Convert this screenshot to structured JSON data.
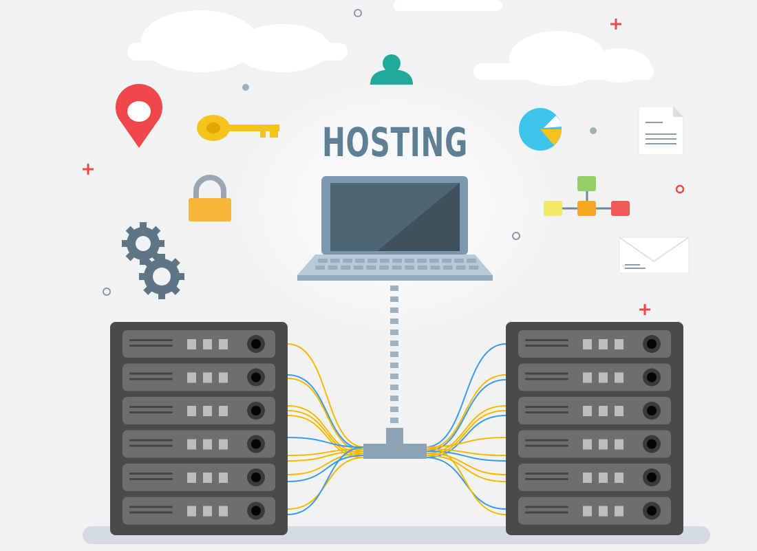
{
  "title": "HOSTING",
  "colors": {
    "background": "#f1f2f4",
    "title": "#5f7f95",
    "rack": "#4a4a4c",
    "server_unit": "#6e6e70",
    "cable_yellow": "#f6b800",
    "cable_blue": "#3a9be6",
    "hub": "#8ea3b4",
    "laptop": "#7a98ae",
    "pin": "#f0474a",
    "key": "#f6c21c",
    "lock": "#f5b63a",
    "gear": "#5e7586",
    "person": "#21a99b"
  },
  "racks": [
    {
      "side": "left",
      "units": 6
    },
    {
      "side": "right",
      "units": 6
    }
  ]
}
